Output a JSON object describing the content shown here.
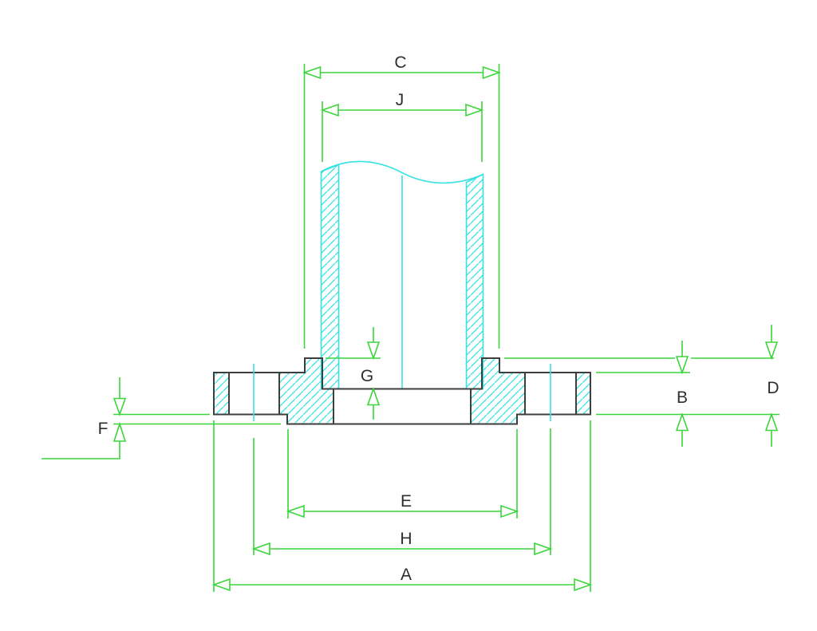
{
  "drawing": {
    "kind": "flange-cross-section",
    "labels": {
      "A": "A",
      "B": "B",
      "C": "C",
      "D": "D",
      "E": "E",
      "F": "F",
      "G": "G",
      "H": "H",
      "J": "J"
    },
    "colors": {
      "dimension_green": "#3cd43c",
      "section_cyan": "#36e2e2",
      "part_outline": "#3e3e3e",
      "label_text": "#2e2e2e",
      "background": "#ffffff"
    }
  }
}
